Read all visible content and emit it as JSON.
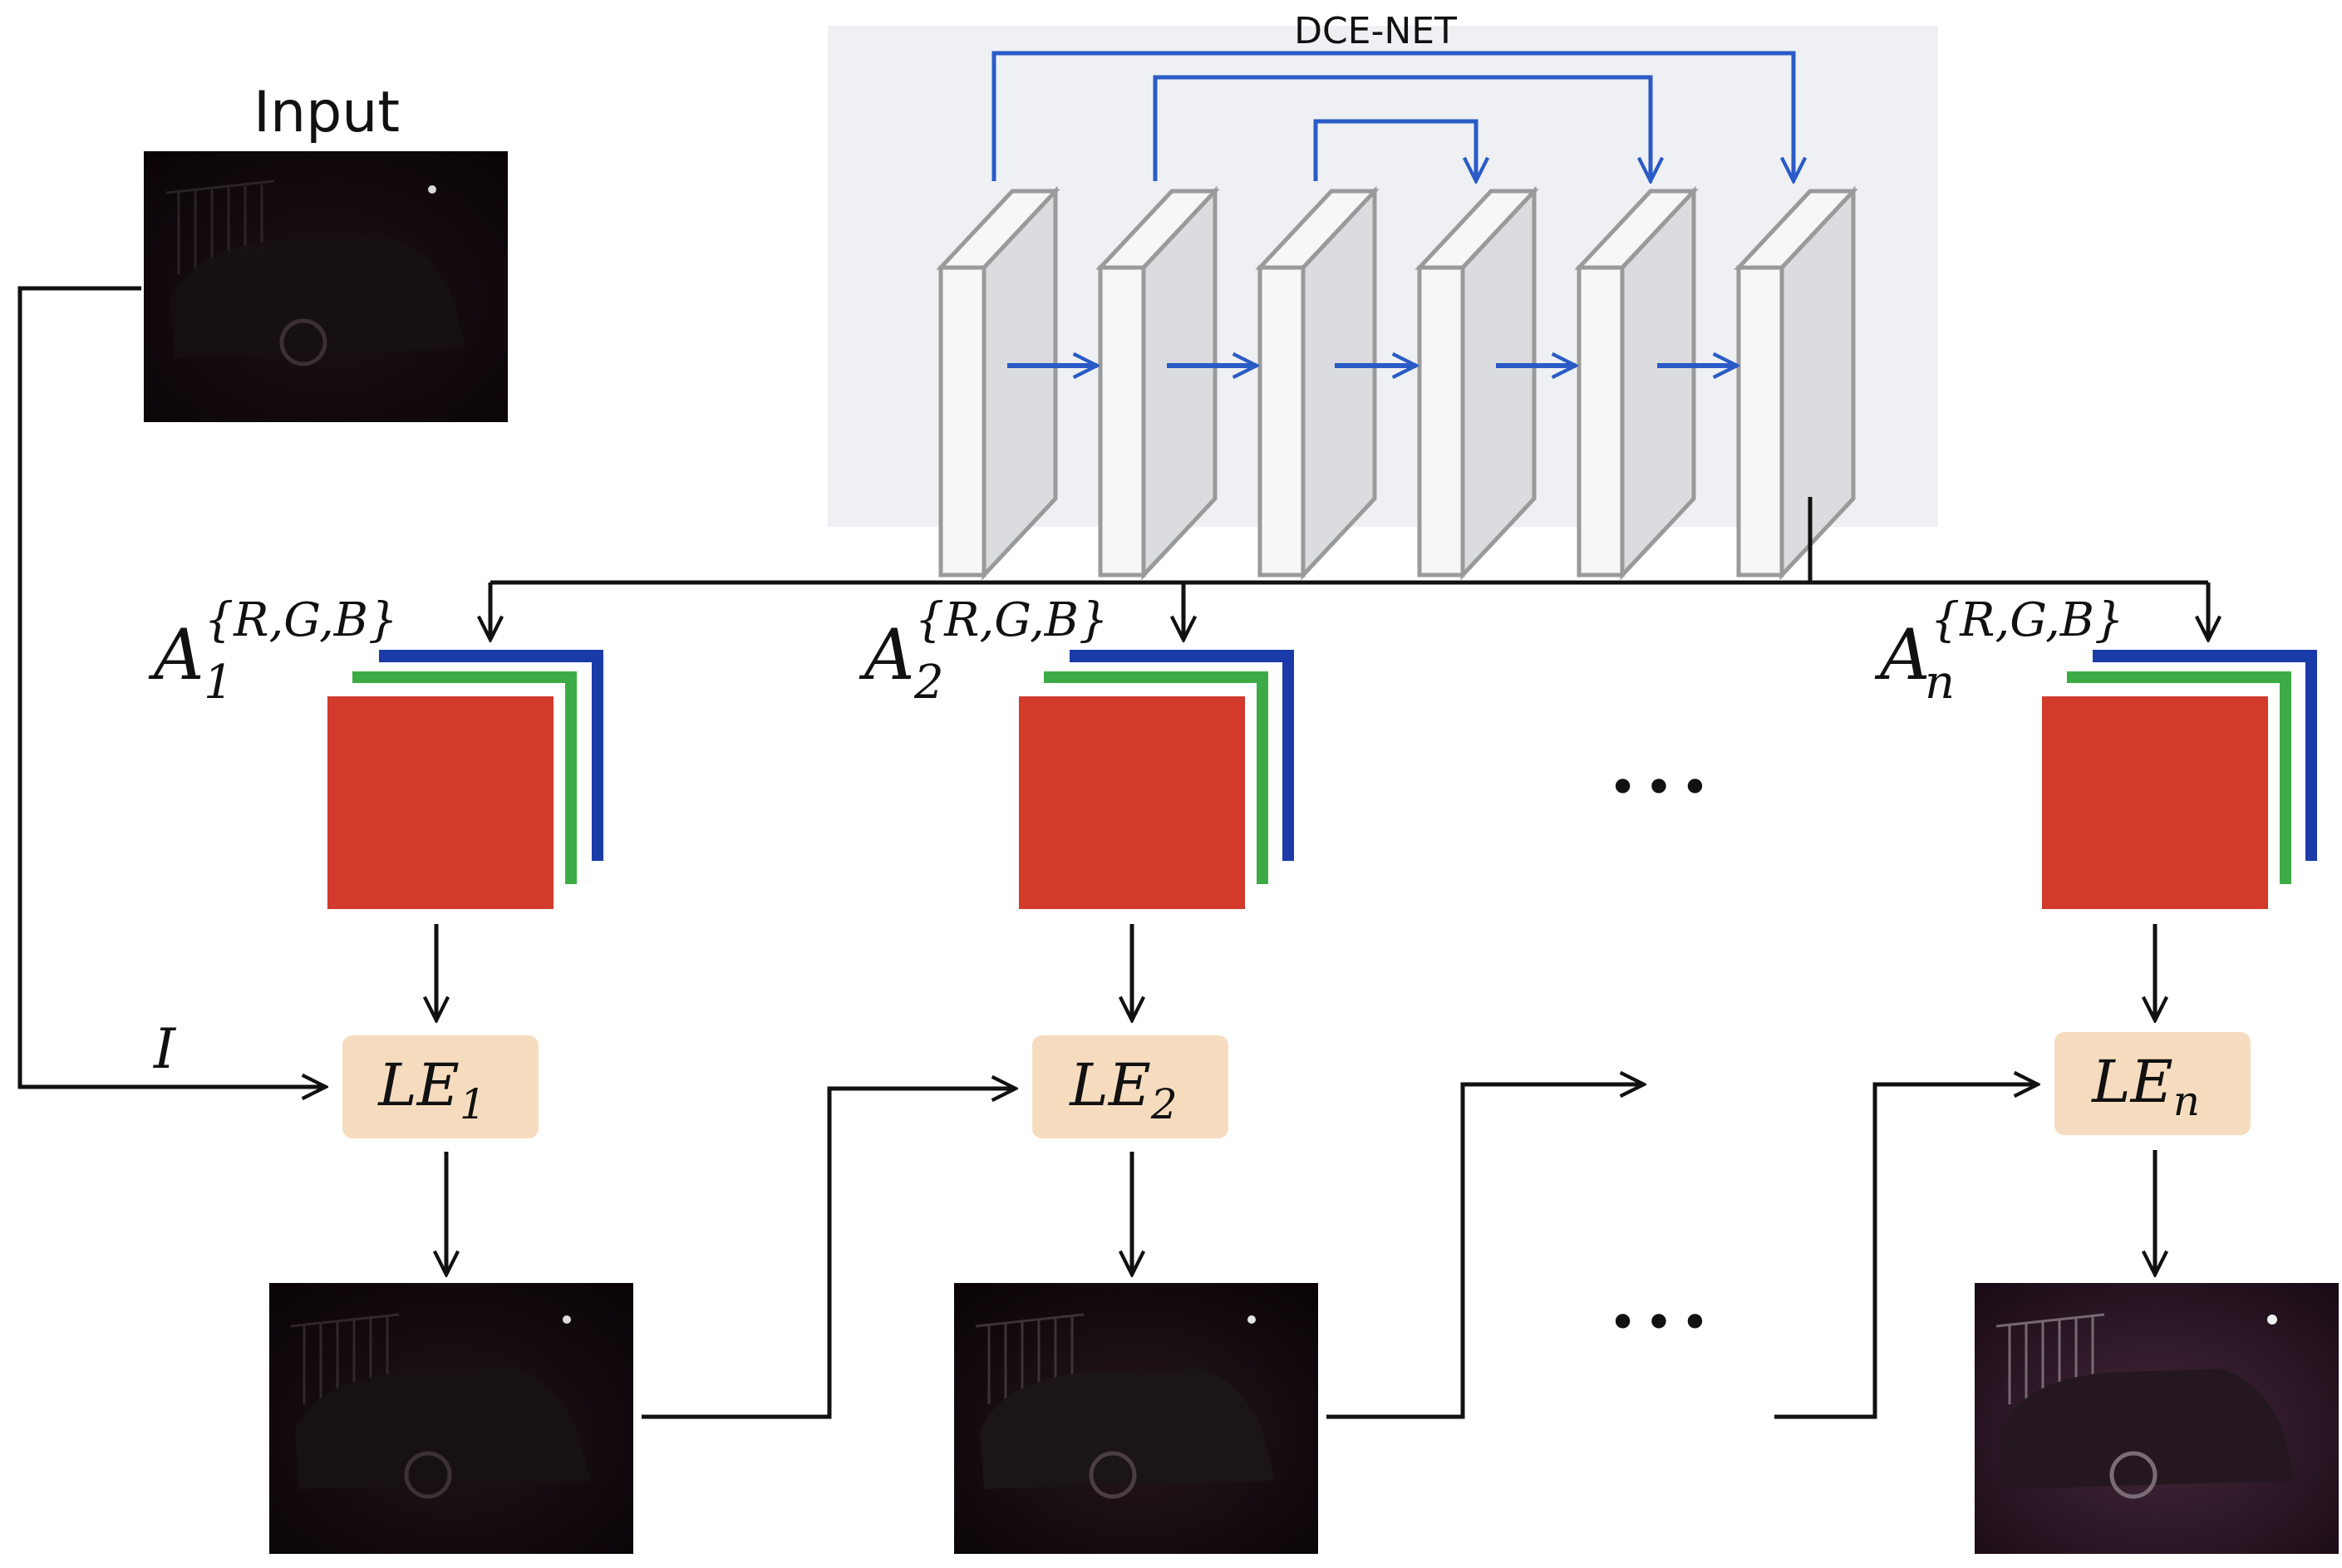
{
  "input_label": "Input",
  "network_label": "DCE-NET",
  "image_label": "I",
  "curve_maps": [
    {
      "base": "A",
      "sub": "1",
      "sup": "{R,G,B}"
    },
    {
      "base": "A",
      "sub": "2",
      "sup": "{R,G,B}"
    },
    {
      "base": "A",
      "sub": "n",
      "sup": "{R,G,B}"
    }
  ],
  "le_blocks": [
    {
      "base": "LE",
      "sub": "1"
    },
    {
      "base": "LE",
      "sub": "2"
    },
    {
      "base": "LE",
      "sub": "n"
    }
  ],
  "ellipsis": "•••",
  "colors": {
    "network_bg": "#eef0f3",
    "skip_arrow": "#2a5bc6",
    "layer_front": "#f6f7f8",
    "layer_side": "#dadcdf",
    "layer_edge": "#9a9a9a",
    "map_red": "#d23a2c",
    "map_green": "#3dab45",
    "map_blue": "#1a3aa8",
    "le_fill": "#f6dcbf",
    "photo_bg": "#0b0508",
    "flow_arrow": "#111111"
  }
}
